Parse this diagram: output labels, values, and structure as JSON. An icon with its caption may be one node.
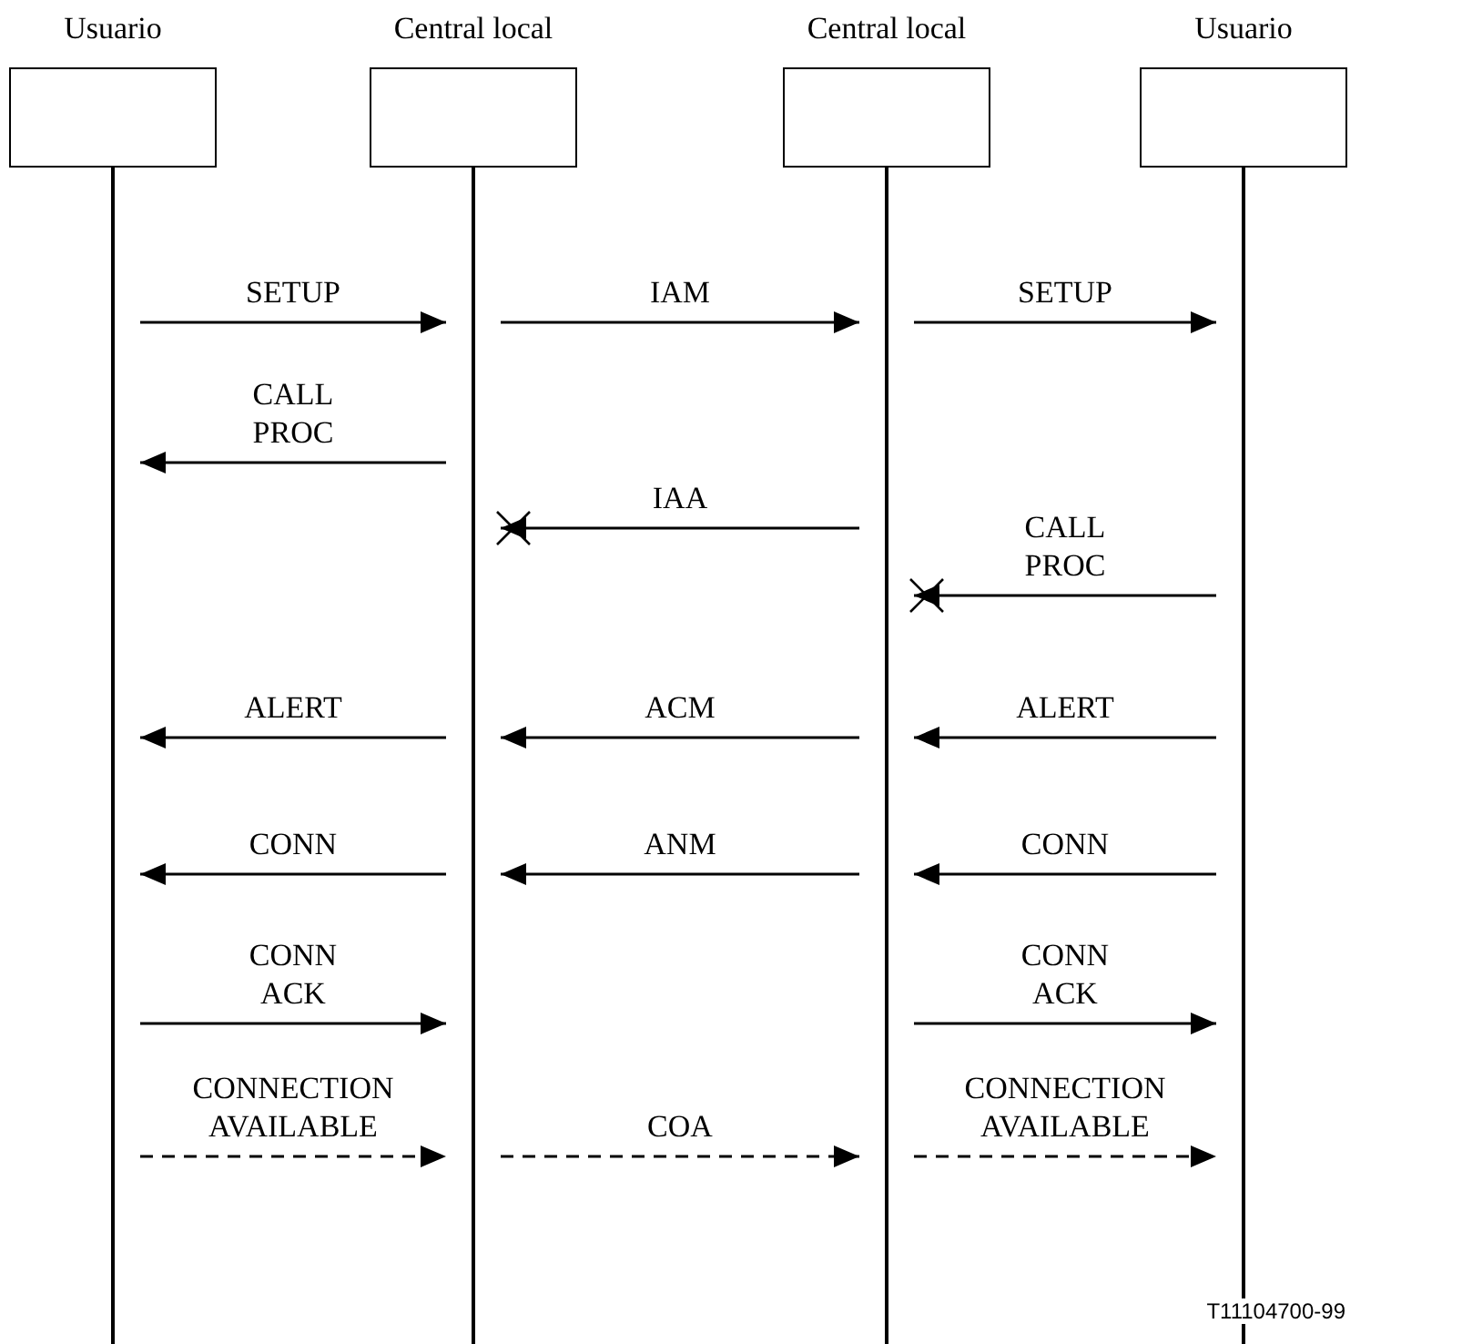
{
  "diagram": {
    "nodes": [
      {
        "text": [
          "Usuario"
        ]
      },
      {
        "text": [
          "Central local"
        ]
      },
      {
        "text": [
          "Central local"
        ]
      },
      {
        "text": [
          "Usuario"
        ]
      }
    ],
    "edges": [
      {
        "from": 0,
        "to": 1,
        "arrow": "to",
        "label": "SETUP"
      },
      {
        "from": 1,
        "to": 2,
        "arrow": "to",
        "label": "IAM"
      },
      {
        "from": 2,
        "to": 3,
        "arrow": "to",
        "label": "SETUP"
      },
      {
        "from": 1,
        "to": 0,
        "arrow": "to",
        "label": "CALL PROC"
      },
      {
        "from": 2,
        "to": 1,
        "arrow": "to",
        "label": "IAA"
      },
      {
        "from": 3,
        "to": 2,
        "arrow": "to",
        "label": "CALL PROC"
      },
      {
        "from": 1,
        "to": 0,
        "arrow": "to",
        "label": "ALERT"
      },
      {
        "from": 2,
        "to": 1,
        "arrow": "to",
        "label": "ACM"
      },
      {
        "from": 3,
        "to": 2,
        "arrow": "to",
        "label": "ALERT"
      },
      {
        "from": 1,
        "to": 0,
        "arrow": "to",
        "label": "CONN"
      },
      {
        "from": 2,
        "to": 1,
        "arrow": "to",
        "label": "ANM"
      },
      {
        "from": 3,
        "to": 2,
        "arrow": "to",
        "label": "CONN"
      },
      {
        "from": 0,
        "to": 1,
        "arrow": "to",
        "label": "CONN ACK"
      },
      {
        "from": 2,
        "to": 3,
        "arrow": "to",
        "label": "CONN ACK"
      },
      {
        "from": 0,
        "to": 1,
        "arrow": "to",
        "label": "CONNECTION AVAILABLE",
        "style": "dashed"
      },
      {
        "from": 1,
        "to": 2,
        "arrow": "to",
        "label": "COA",
        "style": "dashed"
      },
      {
        "from": 2,
        "to": 3,
        "arrow": "to",
        "label": "CONNECTION AVAILABLE",
        "style": "dashed"
      }
    ],
    "labels": [
      "T11104700-99"
    ]
  }
}
